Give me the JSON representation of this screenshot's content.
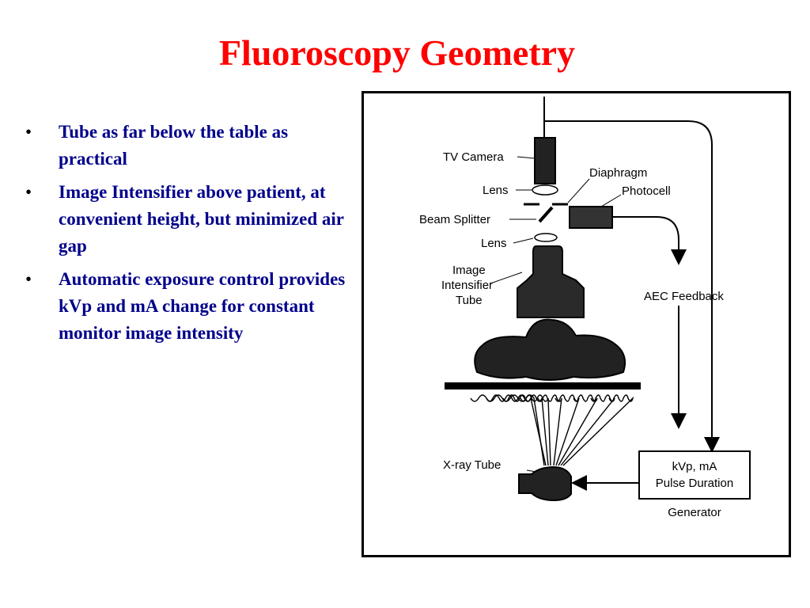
{
  "title": "Fluoroscopy Geometry",
  "bullets": [
    "Tube as far below the table as practical",
    "Image Intensifier above patient, at convenient height, but minimized air gap",
    "Automatic exposure control provides kVp and mA change for  constant monitor image intensity"
  ],
  "diagram": {
    "labels": {
      "tv_camera": "TV Camera",
      "lens_top": "Lens",
      "diaphragm": "Diaphragm",
      "photocell": "Photocell",
      "beam_splitter": "Beam Splitter",
      "lens_bottom": "Lens",
      "ii_line1": "Image",
      "ii_line2": "Intensifier",
      "ii_line3": "Tube",
      "aec_feedback": "AEC Feedback",
      "xray_tube": "X-ray Tube",
      "generator_line1": "kVp, mA",
      "generator_line2": "Pulse Duration",
      "generator": "Generator"
    }
  }
}
